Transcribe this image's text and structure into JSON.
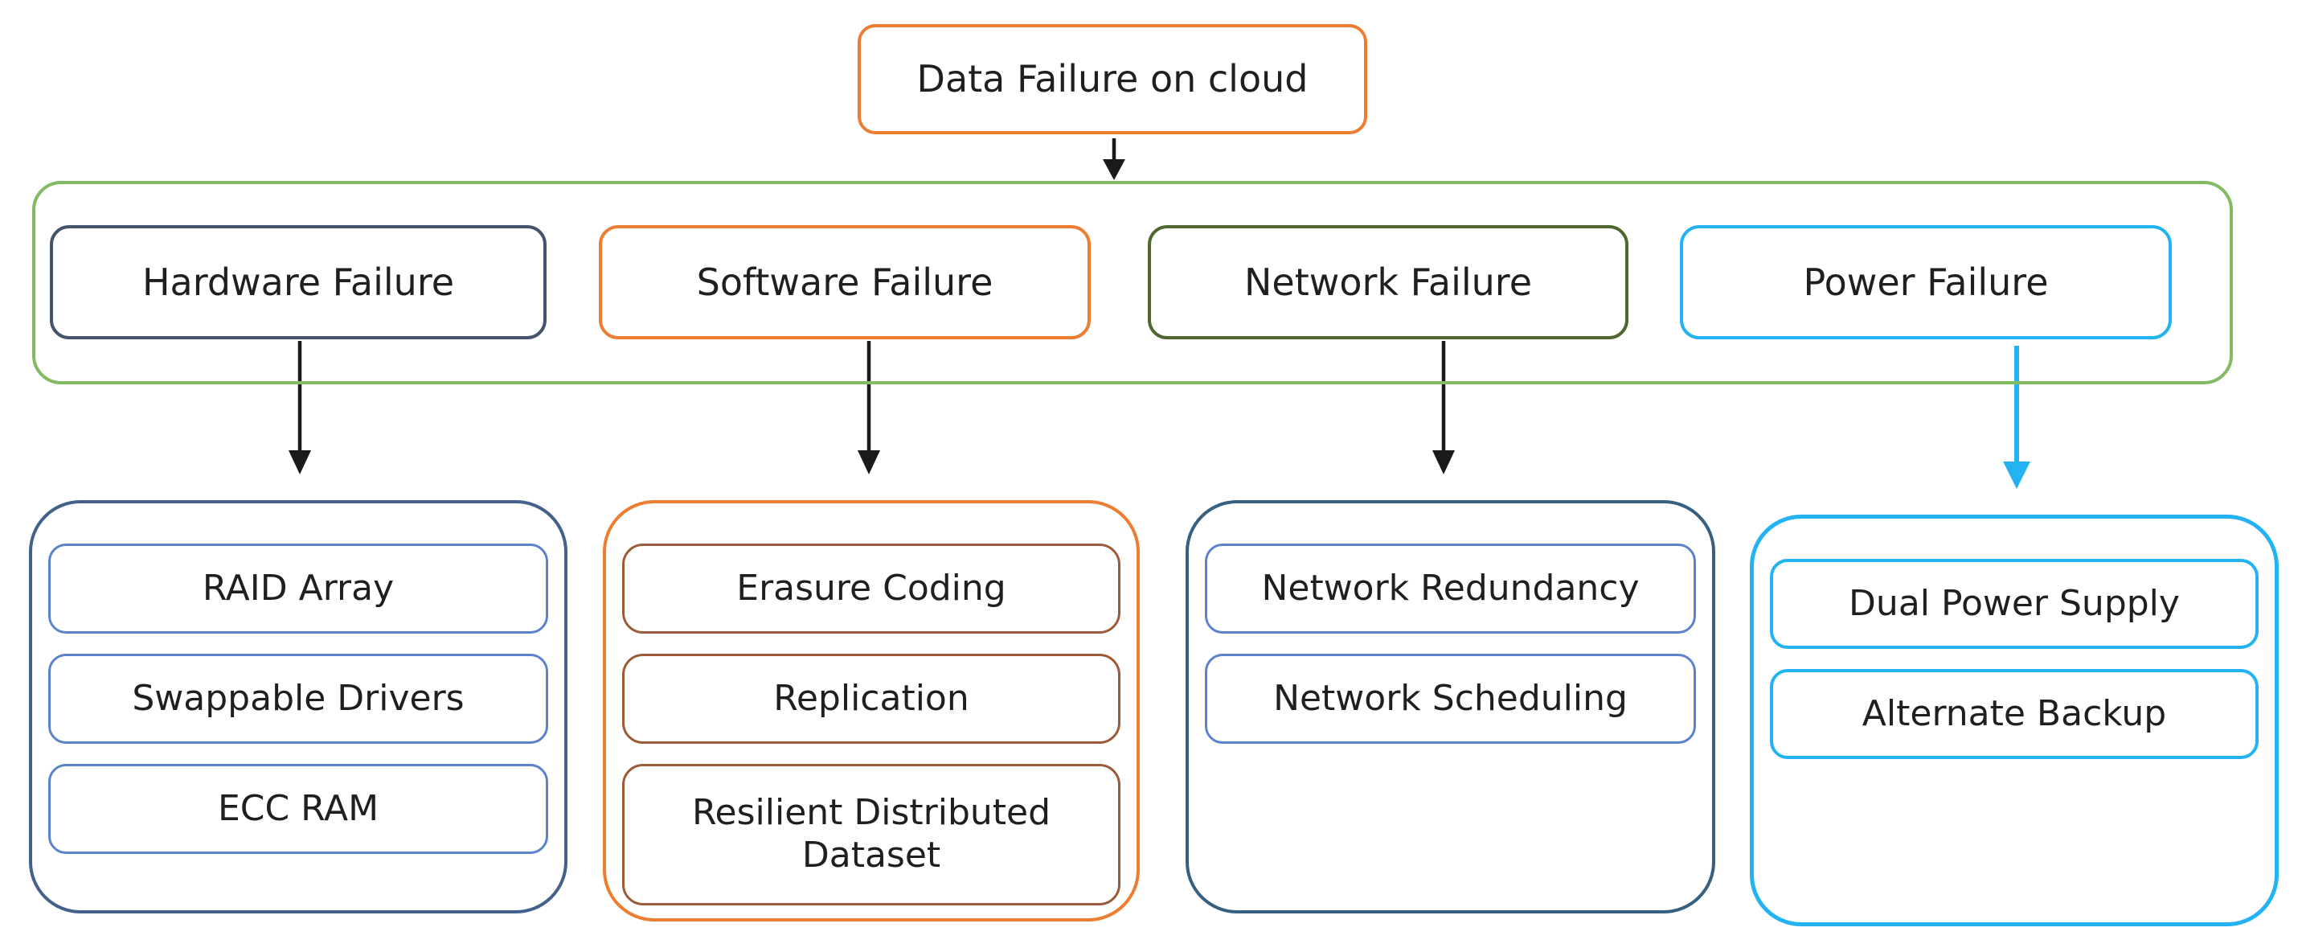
{
  "diagram_title": "Data Failure on cloud",
  "root": {
    "label": "Data Failure on cloud"
  },
  "categories": [
    {
      "label": "Hardware Failure",
      "border_color": "#44546A"
    },
    {
      "label": "Software Failure",
      "border_color": "#ED7D31"
    },
    {
      "label": "Network Failure",
      "border_color": "#50682F"
    },
    {
      "label": "Power Failure",
      "border_color": "#23B3F2"
    }
  ],
  "groups": [
    {
      "border_color": "#44618C",
      "item_border_color": "#5B83CB",
      "items": [
        "RAID Array",
        "Swappable Drivers",
        "ECC RAM"
      ]
    },
    {
      "border_color": "#ED7D31",
      "item_border_color": "#9C5B38",
      "items": [
        "Erasure Coding",
        "Replication",
        "Resilient Distributed Dataset"
      ]
    },
    {
      "border_color": "#375F80",
      "item_border_color": "#5B83CB",
      "items": [
        "Network Redundancy",
        "Network Scheduling"
      ]
    },
    {
      "border_color": "#23B3F2",
      "item_border_color": "#23B3F2",
      "items": [
        "Dual Power Supply",
        "Alternate Backup"
      ]
    }
  ],
  "connectors": {
    "default_color": "#1A1A1A",
    "power_color": "#23B3F2"
  },
  "colors": {
    "orange": "#ED7D31",
    "container_green": "#82BB63",
    "navy": "#44546A",
    "dark_green": "#50682F",
    "cyan": "#23B3F2",
    "steel_blue": "#44618C",
    "slate_blue": "#375F80",
    "light_blue": "#5B83CB",
    "brown": "#9C5B38",
    "ink": "#1A1A1A"
  }
}
